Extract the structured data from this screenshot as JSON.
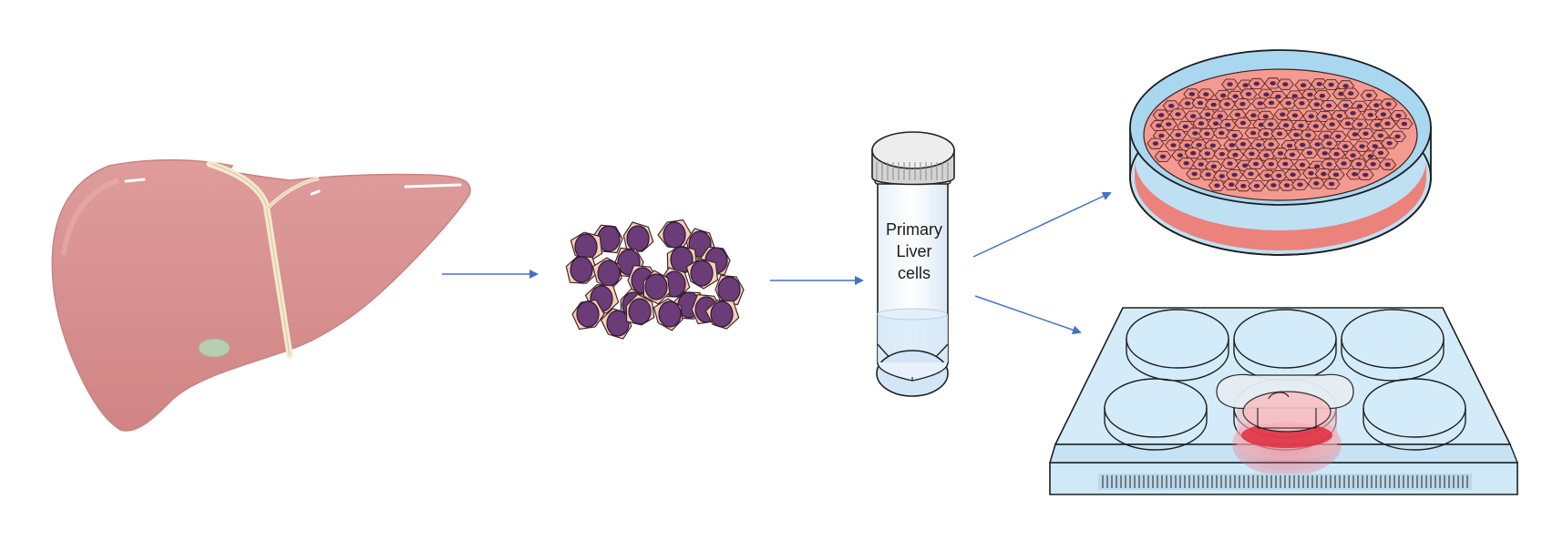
{
  "tube_label": {
    "line1": "Primary",
    "line2": "Liver",
    "line3": "cells"
  },
  "colors": {
    "arrow": "#4472c4",
    "liver": "#d99595",
    "hepatocyte_cytoplasm": "#f8cfb4",
    "hepatocyte_nucleus": "#6b3c78",
    "dish_medium": "#f2928a",
    "dish_rim": "#a8d6ee",
    "plate": "#cde9f7",
    "insert_medium": "#e6364a"
  },
  "icons": [
    "liver-icon",
    "hepatocytes-icon",
    "centrifuge-tube-icon",
    "petri-dish-icon",
    "well-plate-icon"
  ]
}
